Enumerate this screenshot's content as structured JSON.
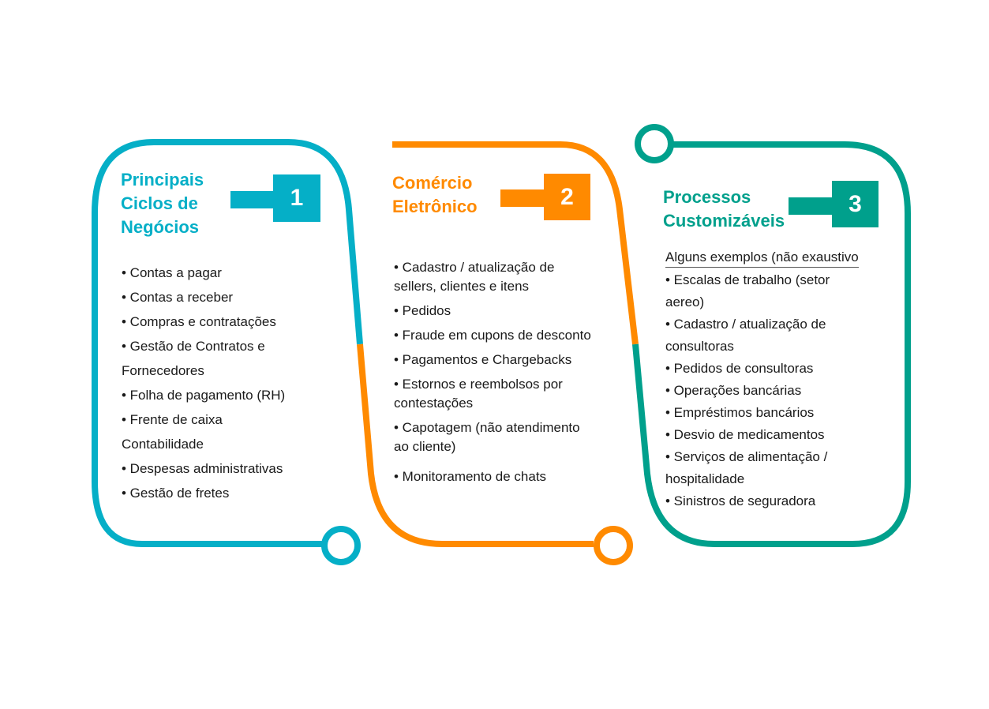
{
  "colors": {
    "stage1": "#05AFC7",
    "stage2": "#FF8A00",
    "stage3": "#00A08C"
  },
  "stages": [
    {
      "number": "1",
      "title": "Principais\nCiclos de\nNegócios",
      "items": [
        "• Contas a pagar",
        "• Contas a receber",
        "• Compras e contratações",
        "• Gestão de Contratos e\nFornecedores",
        "• Folha de pagamento (RH)",
        "• Frente de caixa\nContabilidade",
        "• Despesas administrativas",
        "• Gestão de fretes"
      ]
    },
    {
      "number": "2",
      "title": "Comércio\nEletrônico",
      "items": [
        "• Cadastro / atualização de\nsellers, clientes e itens",
        "• Pedidos",
        "• Fraude em cupons de desconto",
        "• Pagamentos e Chargebacks",
        "• Estornos e reembolsos por\ncontestações",
        "• Capotagem (não atendimento\n ao cliente)",
        "• Monitoramento de chats"
      ]
    },
    {
      "number": "3",
      "title": "Processos\nCustomizáveis",
      "subtitle": "Alguns exemplos (não exaustivo",
      "items": [
        "• Escalas de trabalho (setor\naereo)",
        "• Cadastro / atualização de\nconsultoras",
        "• Pedidos de consultoras",
        "• Operações bancárias",
        "• Empréstimos bancários",
        "• Desvio de medicamentos",
        "• Serviços de alimentação /\nhospitalidade",
        "• Sinistros de seguradora"
      ]
    }
  ]
}
